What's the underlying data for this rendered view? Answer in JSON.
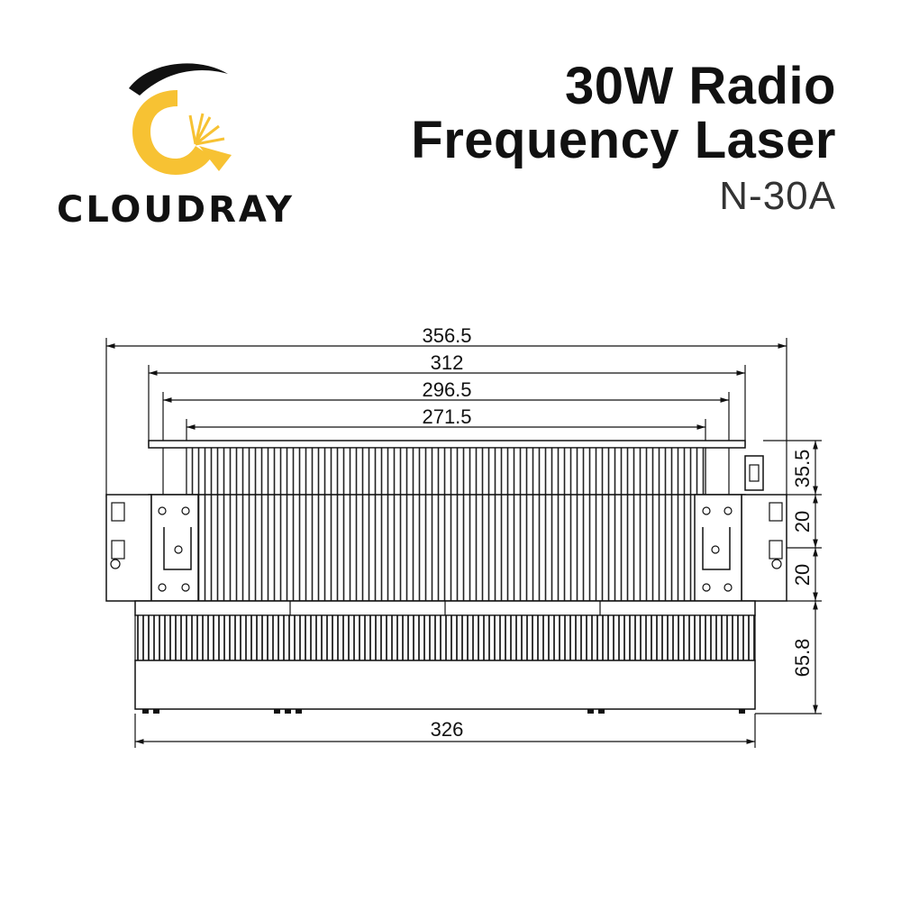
{
  "brand": {
    "name": "CLOUDRAY",
    "logo_icon": "cloudray-crescent-sunburst-icon",
    "accent_color": "#F7C233",
    "dark_color": "#111111"
  },
  "title": {
    "line1": "30W Radio",
    "line2": "Frequency Laser",
    "model": "N-30A"
  },
  "drawing": {
    "dimensions": {
      "overall_length": "356.5",
      "length_312": "312",
      "length_296_5": "296.5",
      "length_271_5": "271.5",
      "bottom_length": "326",
      "height_top": "35.5",
      "height_mid_upper": "20",
      "height_mid_lower": "20",
      "height_bottom": "65.8"
    }
  }
}
